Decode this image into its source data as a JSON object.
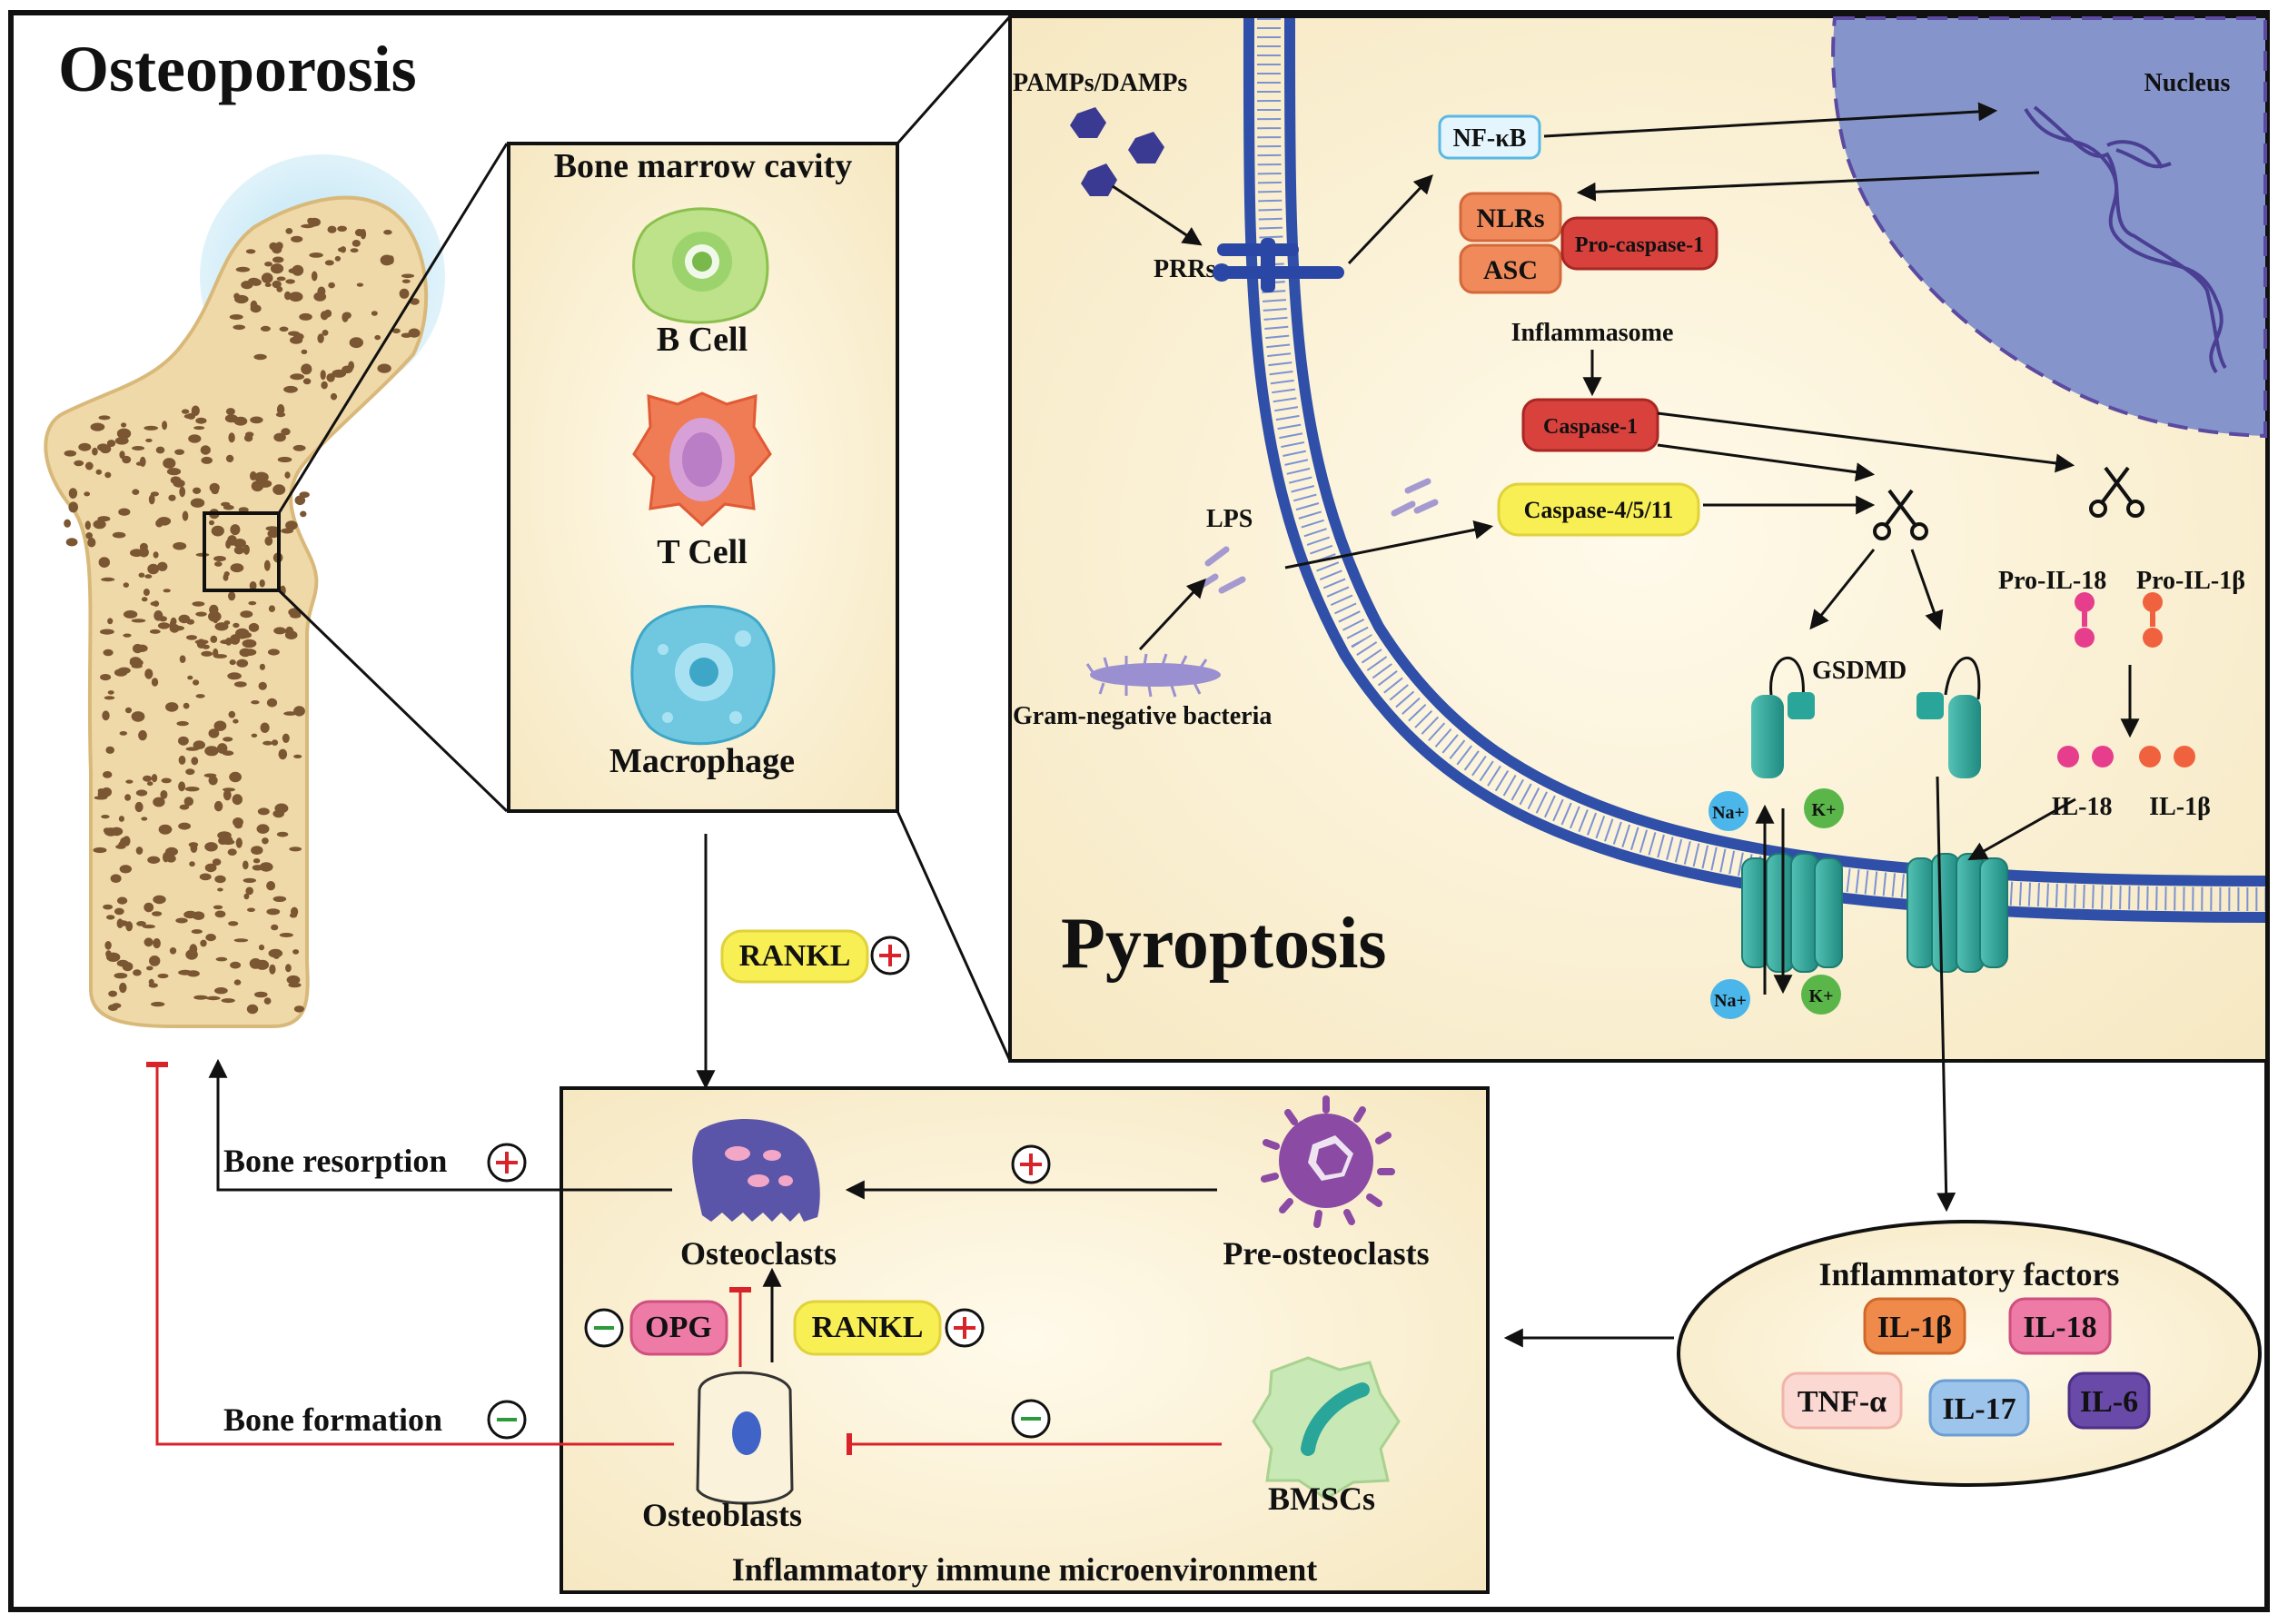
{
  "main_title": "Osteoporosis",
  "marrow": {
    "title": "Bone marrow cavity",
    "cells": [
      "B Cell",
      "T Cell",
      "Macrophage"
    ]
  },
  "pyroptosis": {
    "title": "Pyroptosis",
    "pamps": "PAMPs/DAMPs",
    "prrs": "PRRs",
    "nfkb": "NF-κB",
    "nucleus": "Nucleus",
    "nlrs": "NLRs",
    "asc": "ASC",
    "pro_caspase1": "Pro-caspase-1",
    "inflammasome": "Inflammasome",
    "caspase1": "Caspase-1",
    "lps": "LPS",
    "caspase4511": "Caspase-4/5/11",
    "gram_negative": "Gram-negative bacteria",
    "gsdmd": "GSDMD",
    "pro_il18": "Pro-IL-18",
    "pro_il1b": "Pro-IL-1β",
    "il18": "IL-18",
    "il1b": "IL-1β",
    "na": "Na+",
    "k": "K+"
  },
  "rankl_top": "RANKL",
  "micro": {
    "title": "Inflammatory immune microenvironment",
    "osteoclasts": "Osteoclasts",
    "pre_osteoclasts": "Pre-osteoclasts",
    "osteoblasts": "Osteoblasts",
    "bmscs": "BMSCs",
    "opg": "OPG",
    "rankl": "RANKL"
  },
  "bone_resorption": "Bone resorption",
  "bone_formation": "Bone formation",
  "factors": {
    "title": "Inflammatory factors",
    "items": [
      "IL-1β",
      "IL-18",
      "TNF-α",
      "IL-17",
      "IL-6"
    ]
  },
  "colors": {
    "membrane": "#2f4fa8",
    "panel_fill": "#fbf3dc",
    "nucleus": "#8595cc",
    "gsdmd": "#2aa59a",
    "inhibit": "#d8232a",
    "bone": "#f0d9a8",
    "bone_spots": "#7a5632"
  }
}
